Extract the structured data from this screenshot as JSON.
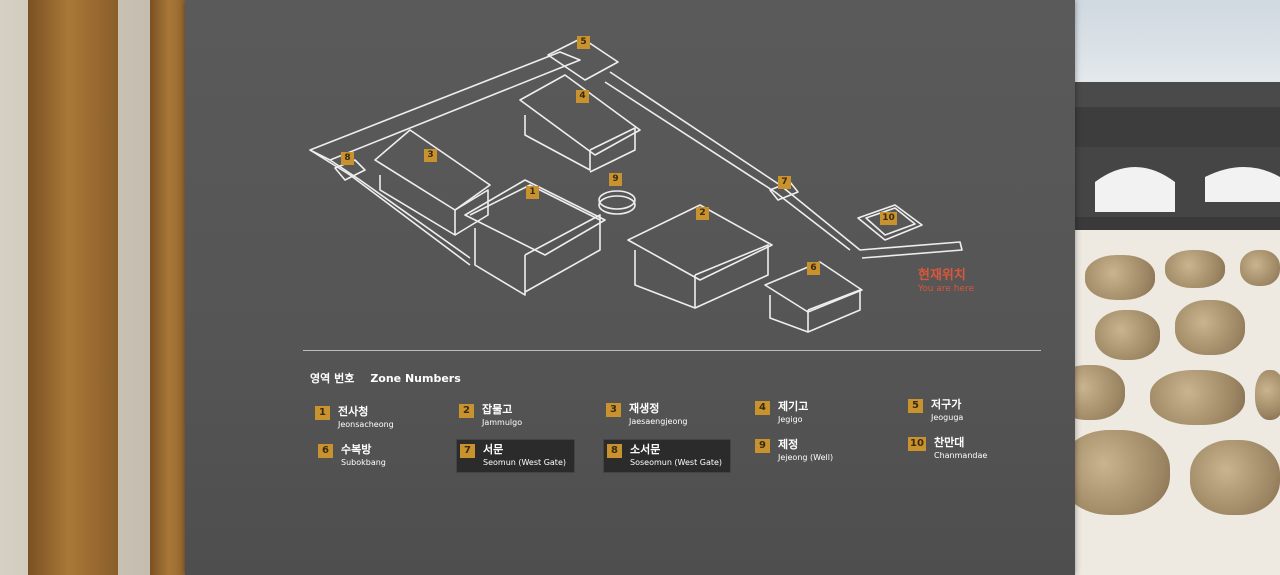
{
  "here": {
    "ko": "현재위치",
    "en": "You are here"
  },
  "legend": {
    "title_ko": "영역 번호",
    "title_en": "Zone Numbers",
    "items": [
      {
        "num": "1",
        "ko": "전사청",
        "en": "Jeonsacheong"
      },
      {
        "num": "2",
        "ko": "잡물고",
        "en": "Jammulgo"
      },
      {
        "num": "3",
        "ko": "재생정",
        "en": "Jaesaengjeong"
      },
      {
        "num": "4",
        "ko": "제기고",
        "en": "Jegigo"
      },
      {
        "num": "5",
        "ko": "저구가",
        "en": "Jeoguga"
      },
      {
        "num": "6",
        "ko": "수복방",
        "en": "Subokbang"
      },
      {
        "num": "7",
        "ko": "서문",
        "en": "Seomun (West Gate)"
      },
      {
        "num": "8",
        "ko": "소서문",
        "en": "Soseomun (West Gate)"
      },
      {
        "num": "9",
        "ko": "제정",
        "en": "Jejeong (Well)"
      },
      {
        "num": "10",
        "ko": "찬만대",
        "en": "Chanmandae"
      }
    ]
  },
  "map_badges": [
    "1",
    "2",
    "3",
    "4",
    "5",
    "6",
    "7",
    "8",
    "9",
    "10"
  ],
  "colors": {
    "sign": "#555555",
    "badge": "#c8922e",
    "here": "#d9573a"
  }
}
